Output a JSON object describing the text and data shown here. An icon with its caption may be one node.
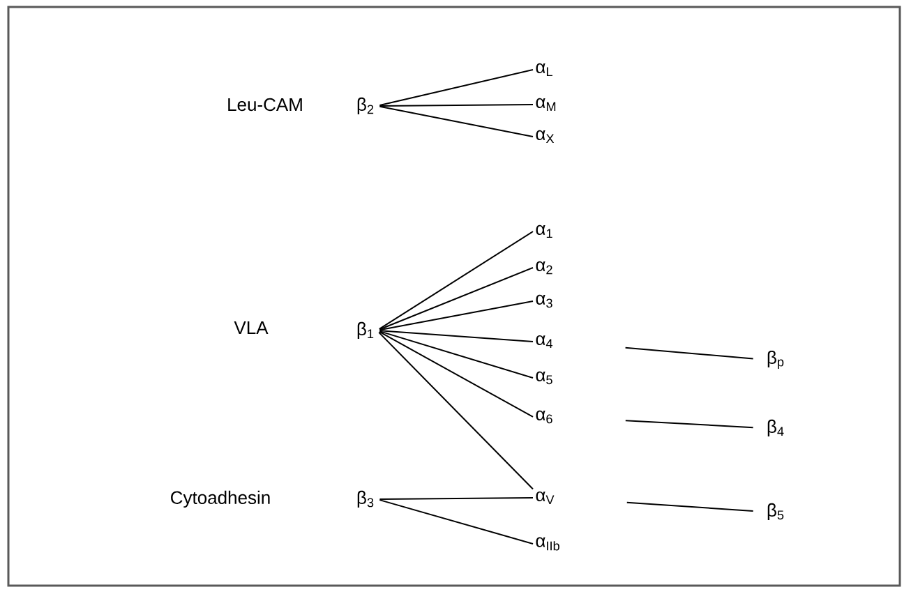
{
  "diagram": {
    "nodes": [
      {
        "text": [
          "β$_{2}$"
        ]
      },
      {
        "text": [
          "α$_{L}$"
        ]
      },
      {
        "text": [
          "α$_{M}$"
        ]
      },
      {
        "text": [
          "α$_{X}$"
        ]
      },
      {
        "text": [
          "β$_{1}$"
        ]
      },
      {
        "text": [
          "α$_{1}$"
        ]
      },
      {
        "text": [
          "α$_{2}$"
        ]
      },
      {
        "text": [
          "α$_{3}$"
        ]
      },
      {
        "text": [
          "α$_{4}$"
        ]
      },
      {
        "text": [
          "β$_{p}$"
        ]
      },
      {
        "text": [
          "α$_{5}$"
        ]
      },
      {
        "text": [
          "α$_{6}$"
        ]
      },
      {
        "text": [
          "β$_{4}$"
        ]
      },
      {
        "text": [
          "β$_{3}$"
        ]
      },
      {
        "text": [
          "α$_{V}$"
        ]
      },
      {
        "text": [
          "β$_{5}$"
        ]
      },
      {
        "text": [
          "α$_{IIb}$"
        ]
      }
    ],
    "edges": [
      {
        "from": 0,
        "to": 1,
        "arrow": "none"
      },
      {
        "from": 0,
        "to": 2,
        "arrow": "none"
      },
      {
        "from": 0,
        "to": 3,
        "arrow": "none"
      },
      {
        "from": 4,
        "to": 5,
        "arrow": "none"
      },
      {
        "from": 4,
        "to": 6,
        "arrow": "none"
      },
      {
        "from": 4,
        "to": 7,
        "arrow": "none"
      },
      {
        "from": 4,
        "to": 8,
        "arrow": "none"
      },
      {
        "from": 4,
        "to": 10,
        "arrow": "none"
      },
      {
        "from": 4,
        "to": 11,
        "arrow": "none"
      },
      {
        "from": 4,
        "to": 14,
        "arrow": "none"
      },
      {
        "from": 13,
        "to": 14,
        "arrow": "none"
      },
      {
        "from": 13,
        "to": 16,
        "arrow": "none"
      },
      {
        "from": 8,
        "to": 9,
        "arrow": "none"
      },
      {
        "from": 11,
        "to": 12,
        "arrow": "none"
      },
      {
        "from": 14,
        "to": 15,
        "arrow": "none"
      }
    ],
    "labels": [
      "Leu-CAM",
      "VLA",
      "Cytoadhesin"
    ]
  }
}
